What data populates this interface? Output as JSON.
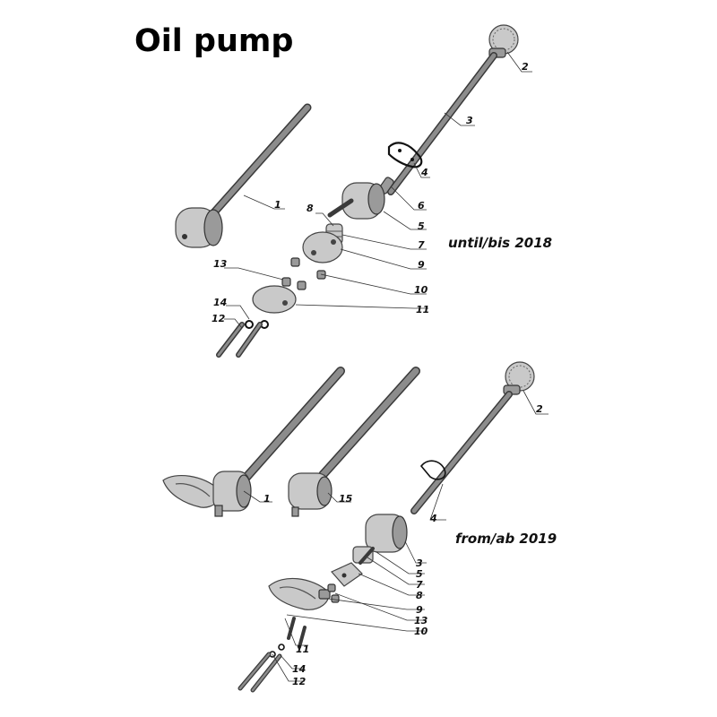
{
  "title": "Oil pump",
  "variants": {
    "upper": "until/bis 2018",
    "lower": "from/ab 2019"
  },
  "callouts": {
    "upper": [
      "1",
      "2",
      "3",
      "4",
      "5",
      "6",
      "7",
      "8",
      "9",
      "10",
      "11",
      "12",
      "13",
      "14"
    ],
    "lower": [
      "1",
      "2",
      "3",
      "4",
      "5",
      "7",
      "8",
      "9",
      "10",
      "11",
      "12",
      "13",
      "14",
      "15"
    ]
  },
  "icons": {
    "shaft": "shaft-icon",
    "gear": "gear-icon",
    "housing": "pump-housing-icon",
    "screw": "screw-icon",
    "bolt": "bolt-icon",
    "washer": "washer-icon",
    "gasket": "gasket-icon",
    "strainer": "strainer-icon"
  }
}
